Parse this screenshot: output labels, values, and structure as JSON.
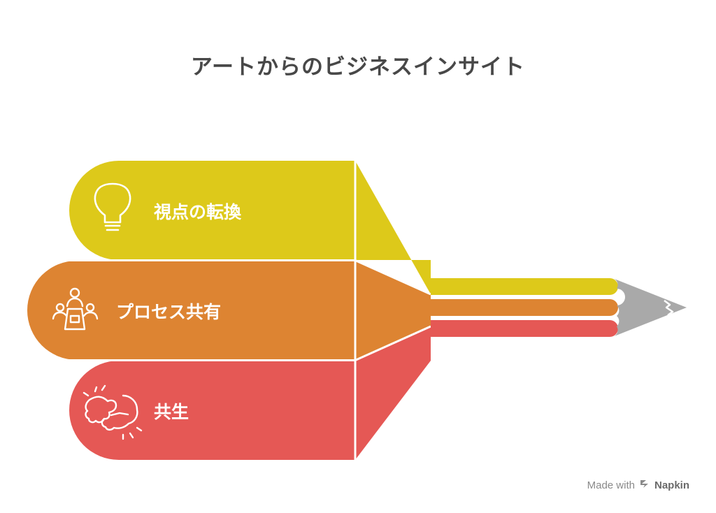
{
  "title": "アートからのビジネスインサイト",
  "colors": {
    "yellow": "#DDC91A",
    "orange": "#DD8432",
    "red": "#E55855",
    "graphite": "#A9A9A9"
  },
  "items": [
    {
      "label": "視点の転換",
      "icon": "lightbulb-icon",
      "color": "yellow"
    },
    {
      "label": "プロセス共有",
      "icon": "meeting-group-icon",
      "color": "orange"
    },
    {
      "label": "共生",
      "icon": "fist-bump-icon",
      "color": "red"
    }
  ],
  "footer": {
    "made_with": "Made with",
    "brand": "Napkin",
    "icon": "napkin-logo-icon"
  }
}
